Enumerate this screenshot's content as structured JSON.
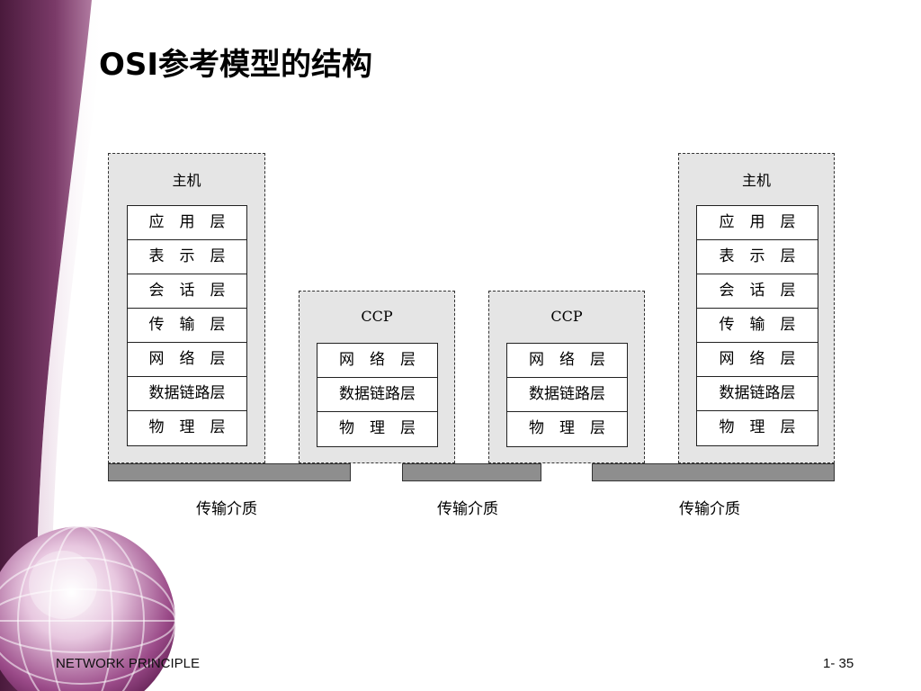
{
  "slide": {
    "title": "OSI参考模型的结构",
    "footer_left": "NETWORK PRINCIPLE",
    "footer_right": "1- 35"
  },
  "diagram": {
    "host_left": {
      "label": "主机",
      "layers": [
        "应　用　层",
        "表　示　层",
        "会　话　层",
        "传　输　层",
        "网　络　层",
        "数据链路层",
        "物　理　层"
      ]
    },
    "ccp_1": {
      "label": "CCP",
      "layers": [
        "网　络　层",
        "数据链路层",
        "物　理　层"
      ]
    },
    "ccp_2": {
      "label": "CCP",
      "layers": [
        "网　络　层",
        "数据链路层",
        "物　理　层"
      ]
    },
    "host_right": {
      "label": "主机",
      "layers": [
        "应　用　层",
        "表　示　层",
        "会　话　层",
        "传　输　层",
        "网　络　层",
        "数据链路层",
        "物　理　层"
      ]
    },
    "media": [
      "传输介质",
      "传输介质",
      "传输介质"
    ]
  }
}
